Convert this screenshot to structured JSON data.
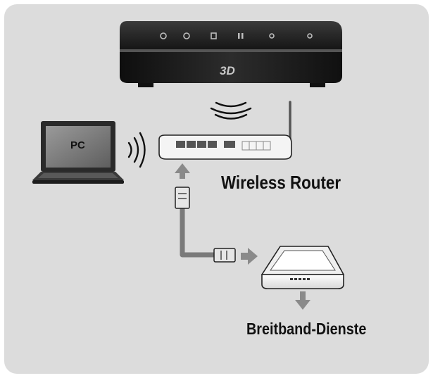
{
  "labels": {
    "pc": "PC",
    "player_logo": "3D",
    "wireless_router": "Wireless Router",
    "broadband": "Breitband-Dienste"
  },
  "icons": {
    "player": "blu-ray-player-icon",
    "laptop": "laptop-icon",
    "router": "wireless-router-icon",
    "modem": "modem-icon",
    "wireless_waves": "wifi-waves-icon",
    "arrows": "arrow-icon",
    "cable": "ethernet-cable-icon"
  },
  "colors": {
    "background": "#dcdcdc",
    "device_dark": "#1e1e1e",
    "device_light": "#f4f4f4",
    "arrow": "#8a8a8a",
    "text": "#111111"
  }
}
